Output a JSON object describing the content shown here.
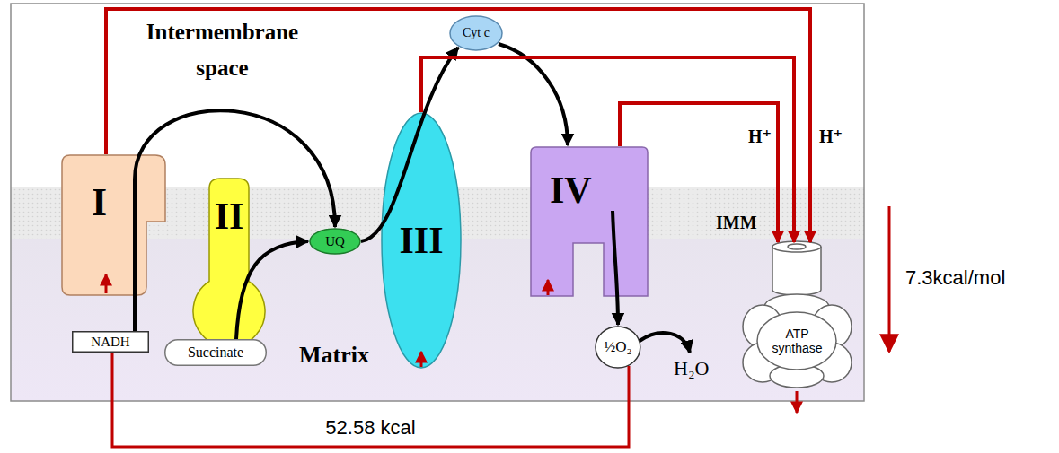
{
  "diagram": {
    "nodes": [
      {
        "text": [
          "I"
        ]
      },
      {
        "text": [
          "NADH"
        ]
      },
      {
        "text": [
          "II"
        ]
      },
      {
        "text": [
          "Succinate"
        ]
      },
      {
        "text": [
          "UQ"
        ]
      },
      {
        "text": [
          "III"
        ]
      },
      {
        "text": [
          "Cyt c"
        ]
      },
      {
        "text": [
          "IV"
        ]
      },
      {
        "text": [
          "½O₂"
        ]
      },
      {
        "text": [
          "ATP synthase"
        ]
      }
    ],
    "edges": [
      {
        "from": 1,
        "to": 4,
        "arrow": "to"
      },
      {
        "from": 3,
        "to": 4,
        "arrow": "to"
      },
      {
        "from": 4,
        "to": 6,
        "arrow": "to"
      },
      {
        "from": 6,
        "to": 7,
        "arrow": "to"
      },
      {
        "from": 7,
        "to": 8,
        "arrow": "to"
      },
      {
        "from": 0,
        "to": 9,
        "arrow": "to"
      },
      {
        "from": 5,
        "to": 9,
        "arrow": "to"
      },
      {
        "from": 7,
        "to": 9,
        "arrow": "to"
      },
      {
        "from": 1,
        "to": 8,
        "label": "52.58 kcal",
        "arrow": "none"
      }
    ],
    "labels": [
      "Intermembrane space",
      "IMM",
      "Matrix",
      "H₂O",
      "H⁺",
      "H⁺",
      "7.3kcal/mol"
    ]
  }
}
